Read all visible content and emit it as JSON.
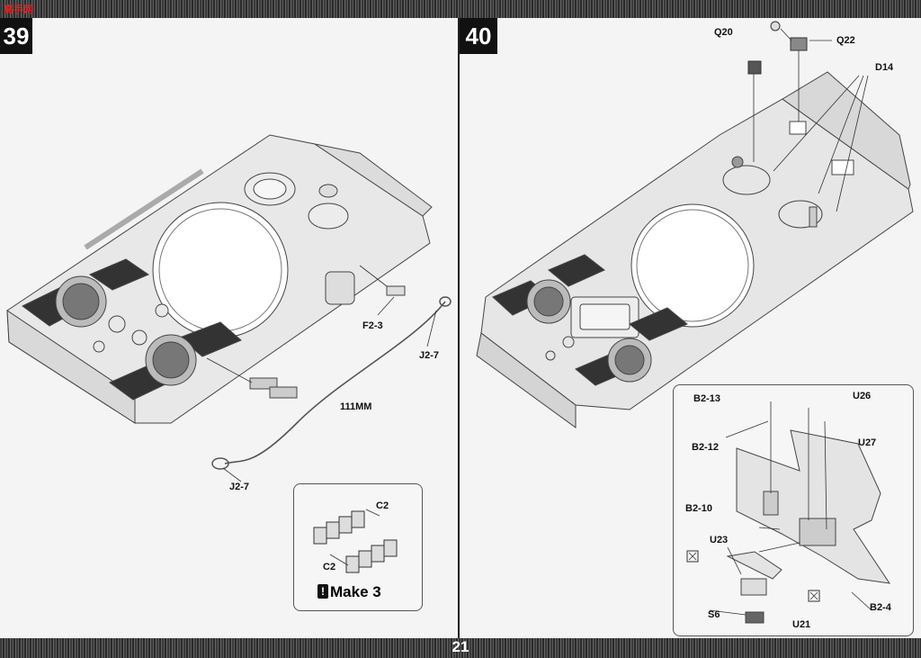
{
  "page_number": "21",
  "logo_text": "高手网",
  "step39": {
    "number": "39",
    "labels": {
      "f2_3": "F2-3",
      "j2_7_upper": "J2-7",
      "mm_111": "111MM",
      "j2_7_lower": "J2-7"
    },
    "subassembly": {
      "c2_upper": "C2",
      "c2_lower": "C2",
      "make_text": "Make 3",
      "make_prefix": "!"
    }
  },
  "step40": {
    "number": "40",
    "labels": {
      "q20": "Q20",
      "q22": "Q22",
      "d14": "D14"
    },
    "detail": {
      "b2_13": "B2-13",
      "u26": "U26",
      "b2_12": "B2-12",
      "u27": "U27",
      "b2_10": "B2-10",
      "u23": "U23",
      "s6": "S6",
      "u21": "U21",
      "b2_4": "B2-4"
    }
  }
}
